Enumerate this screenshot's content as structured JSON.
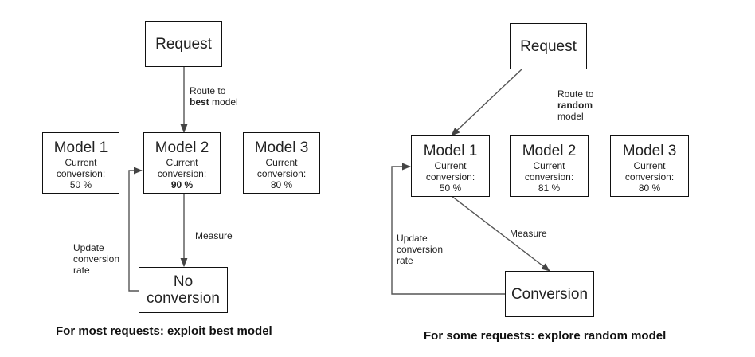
{
  "left": {
    "request": "Request",
    "route_label": [
      "Route to",
      "best",
      "model"
    ],
    "models": [
      {
        "name": "Model 1",
        "sub": "Current conversion:",
        "value": "50 %"
      },
      {
        "name": "Model 2",
        "sub": "Current conversion:",
        "value": "90 %"
      },
      {
        "name": "Model 3",
        "sub": "Current conversion:",
        "value": "80 %"
      }
    ],
    "measure_label": "Measure",
    "update_label": [
      "Update",
      "conversion",
      "rate"
    ],
    "outcome": [
      "No",
      "conversion"
    ],
    "caption": "For most requests: exploit best model"
  },
  "right": {
    "request": "Request",
    "route_label": [
      "Route to",
      "random",
      "model"
    ],
    "models": [
      {
        "name": "Model 1",
        "sub": "Current conversion:",
        "value": "50 %"
      },
      {
        "name": "Model 2",
        "sub": "Current conversion:",
        "value": "81 %"
      },
      {
        "name": "Model 3",
        "sub": "Current conversion:",
        "value": "80 %"
      }
    ],
    "measure_label": "Measure",
    "update_label": [
      "Update",
      "conversion",
      "rate"
    ],
    "outcome": "Conversion",
    "caption": "For some requests: explore random model"
  }
}
